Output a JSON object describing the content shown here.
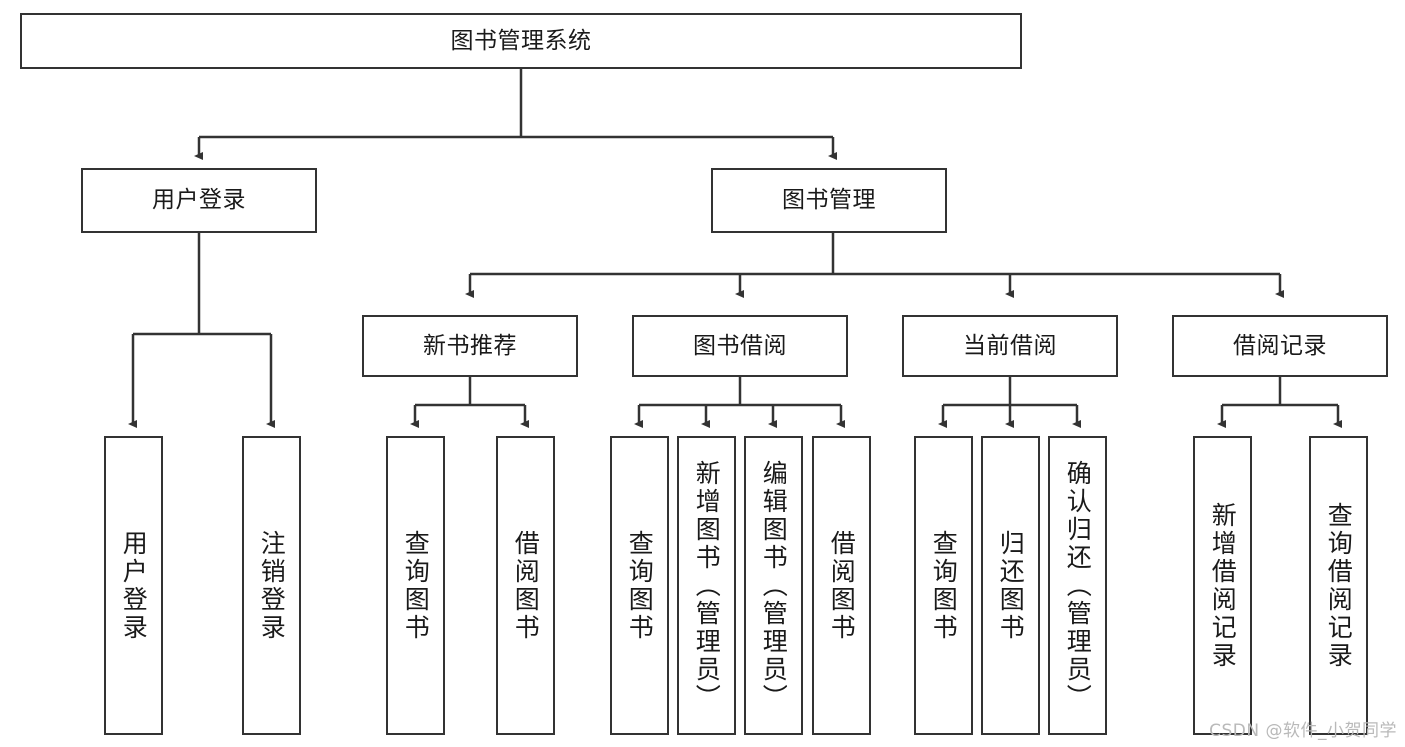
{
  "diagram": {
    "title": "图书管理系统",
    "type": "tree-hierarchy-chart",
    "watermark": "CSDN @软件_小贺同学",
    "line_color": "#333333",
    "box_fill": "#ffffff",
    "text_color": "#1a1a1a"
  },
  "nodes": {
    "root": {
      "label": "图书管理系统"
    },
    "level2": [
      {
        "label": "用户登录"
      },
      {
        "label": "图书管理"
      }
    ],
    "level3": [
      {
        "label": "新书推荐"
      },
      {
        "label": "图书借阅"
      },
      {
        "label": "当前借阅"
      },
      {
        "label": "借阅记录"
      }
    ],
    "leaves": {
      "user_login": [
        {
          "label": "用户登录"
        },
        {
          "label": "注销登录"
        }
      ],
      "new_book_recommend": [
        {
          "label": "查询图书"
        },
        {
          "label": "借阅图书"
        }
      ],
      "book_borrow": [
        {
          "label": "查询图书"
        },
        {
          "label": "新增图书（管理员）"
        },
        {
          "label": "编辑图书（管理员）"
        },
        {
          "label": "借阅图书"
        }
      ],
      "current_borrow": [
        {
          "label": "查询图书"
        },
        {
          "label": "归还图书"
        },
        {
          "label": "确认归还（管理员）"
        }
      ],
      "borrow_record": [
        {
          "label": "新增借阅记录"
        },
        {
          "label": "查询借阅记录"
        }
      ]
    }
  }
}
